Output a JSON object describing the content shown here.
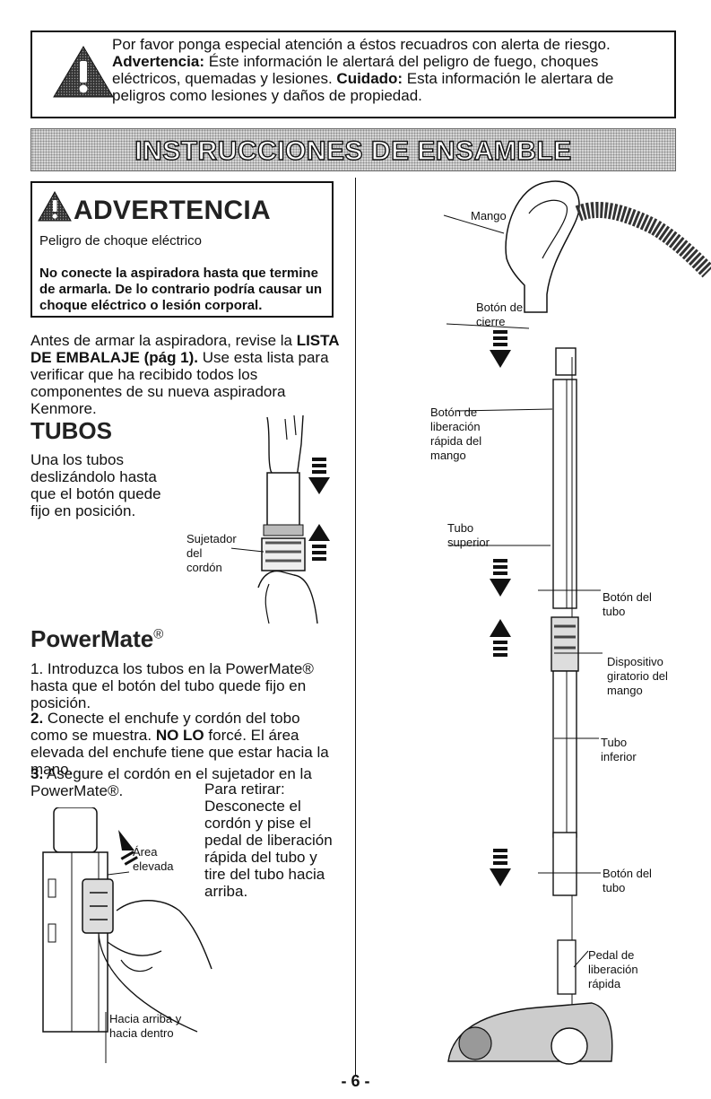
{
  "warning": {
    "line1": "Por favor ponga especial atención a éstos recuadros con alerta de riesgo.",
    "advertencia_label": "Advertencia:",
    "advertencia_text": " Éste información le alertará del peligro de fuego, choques eléctricos, quemadas y lesiones.",
    "cuidado_label": "Cuidado:",
    "cuidado_text": " Esta información le alertara de peligros como lesiones y daños de propiedad."
  },
  "banner": {
    "title": "INSTRUCCIONES DE ENSAMBLE"
  },
  "advertencia_box": {
    "title": "ADVERTENCIA",
    "subtitle": "Peligro de choque eléctrico",
    "warning": "No conecte la aspiradora hasta que termine de armarla. De lo contrario podría causar un choque eléctrico o lesión corporal."
  },
  "intro": {
    "pre": "Antes de armar la aspiradora, revise la ",
    "bold": "LISTA DE EMBALAJE (pág 1).",
    "post": " Use esta lista para verificar que ha recibido todos los componentes de su nueva aspiradora Kenmore."
  },
  "tubos": {
    "heading": "TUBOS",
    "text": "Una los tubos deslizándolo hasta que el botón quede fijo en posición.",
    "label_sujetador": "Sujetador del cordón"
  },
  "powermate": {
    "heading": "PowerMate",
    "heading_mark": "®",
    "step1_num": "1.",
    "step1": " Introduzca los tubos en la PowerMate® hasta que el botón del tubo quede fijo en posición.",
    "step2_num": "2.",
    "step2_pre": " Conecte el enchufe y cordón del tobo como se muestra. ",
    "step2_bold": "NO LO",
    "step2_post": " forcé. El área elevada del enchufe tiene que estar hacia la mano.",
    "step3_num": "3.",
    "step3": " Asegure el cordón en el sujetador en la PowerMate®.",
    "retirar": "Para retirar: Desconecte el cordón y pise el pedal de liberación rápida del tubo y tire del tubo hacia arriba.",
    "label_area": "Área elevada",
    "label_hacia": "Hacia arriba y hacia dentro"
  },
  "diagram_labels": {
    "mango": "Mango",
    "boton_cierre": "Botón de cierre",
    "boton_liberacion": "Botón de liberación rápida del mango",
    "tubo_superior": "Tubo superior",
    "boton_tubo_1": "Botón del tubo",
    "dispositivo_giratorio": "Dispositivo giratorio del mango",
    "tubo_inferior": "Tubo inferior",
    "boton_tubo_2": "Botón del tubo",
    "pedal": "Pedal de liberación rápida"
  },
  "page_number": "- 6 -"
}
